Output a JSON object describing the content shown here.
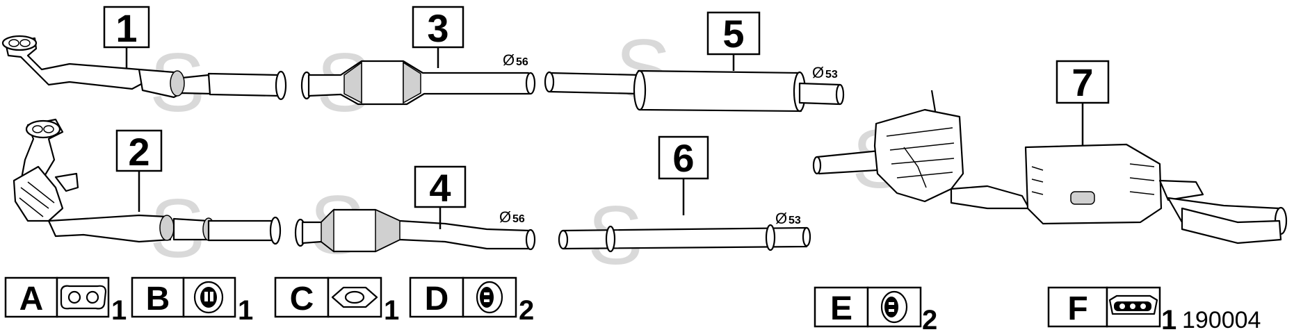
{
  "diagram": {
    "callouts": [
      {
        "id": "1",
        "label": "1"
      },
      {
        "id": "2",
        "label": "2"
      },
      {
        "id": "3",
        "label": "3"
      },
      {
        "id": "4",
        "label": "4"
      },
      {
        "id": "5",
        "label": "5"
      },
      {
        "id": "6",
        "label": "6"
      },
      {
        "id": "7",
        "label": "7"
      }
    ],
    "diameters": {
      "part3": "56",
      "part4": "56",
      "part5": "53",
      "part6": "53"
    },
    "diameter_symbol": "Ø",
    "legend": [
      {
        "letter": "A",
        "qty": "1",
        "icon": "flange-gasket-two-hole-icon"
      },
      {
        "letter": "B",
        "qty": "1",
        "icon": "rubber-hanger-icon"
      },
      {
        "letter": "C",
        "qty": "1",
        "icon": "oval-gasket-icon"
      },
      {
        "letter": "D",
        "qty": "2",
        "icon": "rubber-mount-icon"
      },
      {
        "letter": "E",
        "qty": "2",
        "icon": "rubber-mount-icon"
      },
      {
        "letter": "F",
        "qty": "1",
        "icon": "bracket-clamp-icon"
      }
    ],
    "reference_number": "190004",
    "watermark_letter": "S"
  }
}
